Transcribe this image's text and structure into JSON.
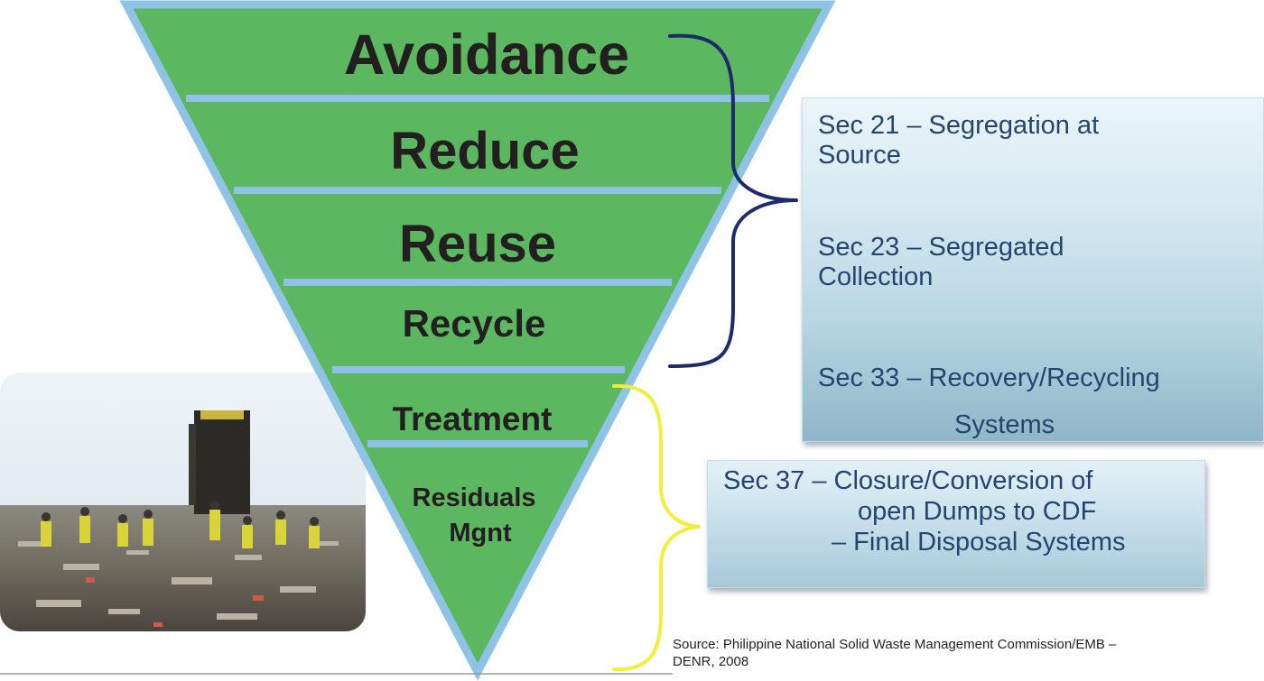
{
  "hierarchy": {
    "tiers": [
      {
        "label": "Avoidance"
      },
      {
        "label": "Reduce"
      },
      {
        "label": "Reuse"
      },
      {
        "label": "Recycle"
      },
      {
        "label": "Treatment"
      },
      {
        "label": "Residuals"
      },
      {
        "label": "Mgnt"
      }
    ]
  },
  "sections_upper": [
    {
      "line1": "Sec 21 – Segregation at",
      "line2": "Source"
    },
    {
      "line1": "Sec 23 – Segregated",
      "line2": "Collection"
    },
    {
      "line1": "Sec 33 – Recovery/Recycling",
      "line2": "Systems"
    }
  ],
  "sections_lower": {
    "line1": "Sec 37 – Closure/Conversion of",
    "line2": "open Dumps to CDF",
    "line3": "– Final Disposal  Systems"
  },
  "source": {
    "line1": "Source: Philippine National Solid Waste Management Commission/EMB –",
    "line2": "DENR, 2008"
  },
  "colors": {
    "tier_fill": "#5cb860",
    "tier_border": "#8fc3e6",
    "upper_brace": "#1f2a6b",
    "lower_brace": "#f2ee3a"
  },
  "photo": {
    "icon": "landfill-photo"
  }
}
